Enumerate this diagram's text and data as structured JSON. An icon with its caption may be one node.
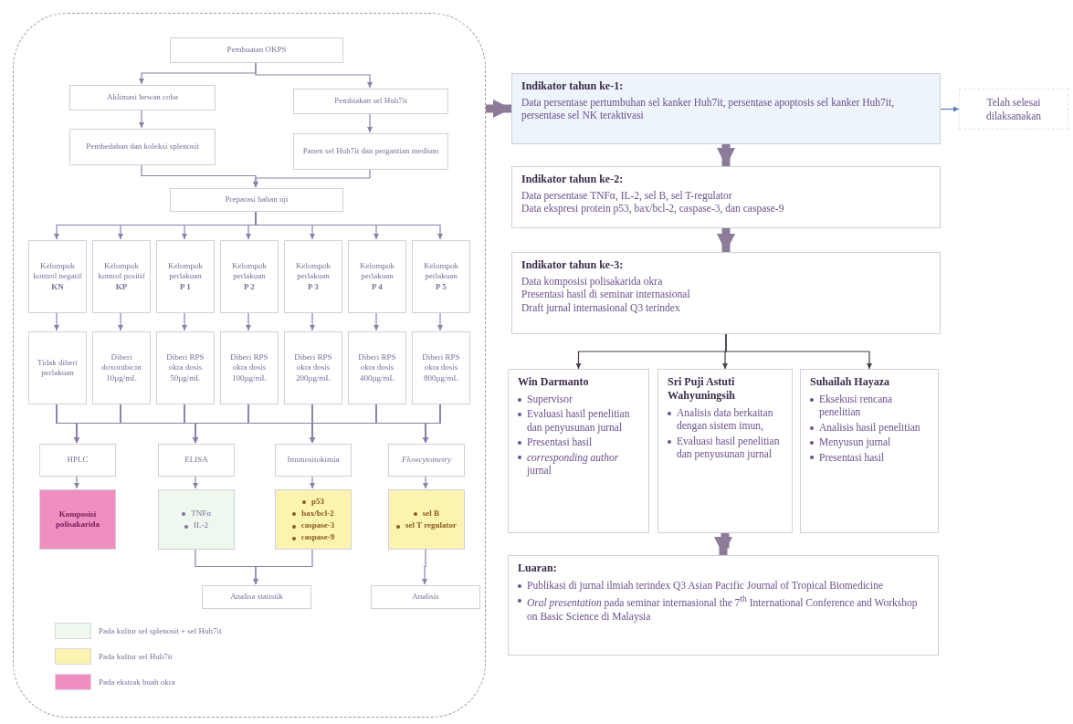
{
  "diagram": {
    "nodes": [
      {
        "text": [],
        "shape": "box"
      },
      {
        "text": [
          "Pembuatan OKPS"
        ],
        "in": 0
      },
      {
        "text": [
          "Aklimasi hewan coba"
        ],
        "in": 0
      },
      {
        "text": [
          "Pembiakan sel Huh7it"
        ],
        "in": 0
      },
      {
        "text": [
          "Pembedahan dan koleksi splenosit"
        ],
        "in": 0
      },
      {
        "text": [
          "Panen sel Huh7it dan pergantian medium"
        ],
        "in": 0
      },
      {
        "text": [
          "Preparasi bahan uji"
        ],
        "in": 0
      },
      {
        "text": [
          "Kelompok kontrol negatif",
          "KN"
        ],
        "in": 0
      },
      {
        "text": [
          "Kelompok kontrol positif",
          "KP"
        ],
        "in": 0
      },
      {
        "text": [
          "Kelompok perlakuan",
          "P 1"
        ],
        "in": 0
      },
      {
        "text": [
          "Kelompok perlakuan",
          "P 2"
        ],
        "in": 0
      },
      {
        "text": [
          "Kelompok perlakuan",
          "P 3"
        ],
        "in": 0
      },
      {
        "text": [
          "Kelompok perlakuan",
          "P 4"
        ],
        "in": 0
      },
      {
        "text": [
          "Kelompok perlakuan",
          "P 5"
        ],
        "in": 0
      },
      {
        "text": [
          "Tidak diberi perlakuan"
        ],
        "in": 0
      },
      {
        "text": [
          "Diberi doxorubicin 10µg/mL"
        ],
        "in": 0
      },
      {
        "text": [
          "Diberi RPS okra dosis 50µg/mL"
        ],
        "in": 0
      },
      {
        "text": [
          "Diberi RPS okra dosis 100µg/mL"
        ],
        "in": 0
      },
      {
        "text": [
          "Diberi RPS okra dosis 200µg/mL"
        ],
        "in": 0
      },
      {
        "text": [
          "Diberi RPS okra dosis 400µg/mL"
        ],
        "in": 0
      },
      {
        "text": [
          "Diberi RPS okra dosis 800µg/mL"
        ],
        "in": 0
      },
      {
        "text": [
          "HPLC"
        ],
        "in": 0
      },
      {
        "text": [
          "ELISA"
        ],
        "in": 0
      },
      {
        "text": [
          "Imunositokimia"
        ],
        "in": 0
      },
      {
        "text": [
          "Flowcytometry"
        ],
        "in": 0
      },
      {
        "text": [
          "Komposisi polisakarida"
        ],
        "in": 0
      },
      {
        "text": [
          "TNFα",
          "IL-2"
        ],
        "in": 0
      },
      {
        "text": [
          "p53",
          "bax/bcl-2",
          "caspase-3",
          "caspase-9"
        ],
        "in": 0
      },
      {
        "text": [
          "sel B",
          "sel T regulator"
        ],
        "in": 0
      },
      {
        "text": [
          "Analisa statistik"
        ],
        "in": 0
      },
      {
        "text": [
          "Analisis"
        ],
        "in": 0
      },
      {
        "text": [
          "Indikator tahun ke-1:",
          "Data persentase pertumbuhan sel kanker Huh7it, persentase apoptosis sel kanker Huh7it, persentase sel NK teraktivasi"
        ]
      },
      {
        "text": [
          "Telah selesai dilaksanakan"
        ]
      },
      {
        "text": [
          "Indikator tahun ke-2:",
          "Data persentase TNFα, IL-2, sel B, sel T-regulator",
          "Data ekspresi protein p53, bax/bcl-2, caspase-3, dan caspase-9"
        ]
      },
      {
        "text": [
          "Indikator tahun ke-3:",
          "Data komposisi polisakarida okra",
          "Presentasi hasil di seminar internasional",
          "Draft jurnal internasional Q3 terindex"
        ]
      },
      {
        "text": [
          "Win Darmanto",
          "Supervisor",
          "Evaluasi hasil penelitian dan penyusunan jurnal",
          "Presentasi hasil",
          "*corresponding author* jurnal"
        ]
      },
      {
        "text": [
          "Sri Puji Astuti Wahyuningsih",
          "Analisis data berkaitan dengan sistem imun,",
          "Evaluasi hasil penelitian dan penyusunan jurnal"
        ]
      },
      {
        "text": [
          "Suhailah Hayaza",
          "Eksekusi rencana penelitian",
          "Analisis hasil penelitian",
          "Menyusun jurnal",
          "Presentasi hasil"
        ]
      },
      {
        "text": [
          "Luaran:",
          "Publikasi di jurnal ilmiah terindex Q3 Asian Pacific Journal of Tropical Biomedicine",
          "*Oral presentation* pada seminar internasional the 7$^{th}$ International Conference and Workshop on Basic Science di Malaysia"
        ]
      }
    ],
    "edges": [
      {
        "from": 1,
        "to": 2,
        "arrow": "to"
      },
      {
        "from": 1,
        "to": 3,
        "arrow": "to"
      },
      {
        "from": 2,
        "to": 4,
        "arrow": "to"
      },
      {
        "from": 3,
        "to": 5,
        "arrow": "to"
      },
      {
        "from": 4,
        "to": 6,
        "arrow": "to"
      },
      {
        "from": 5,
        "to": 6,
        "arrow": "to"
      },
      {
        "from": 6,
        "to": 7,
        "arrow": "to"
      },
      {
        "from": 6,
        "to": 8,
        "arrow": "to"
      },
      {
        "from": 6,
        "to": 9,
        "arrow": "to"
      },
      {
        "from": 6,
        "to": 10,
        "arrow": "to"
      },
      {
        "from": 6,
        "to": 11,
        "arrow": "to"
      },
      {
        "from": 6,
        "to": 12,
        "arrow": "to"
      },
      {
        "from": 6,
        "to": 13,
        "arrow": "to"
      },
      {
        "from": 7,
        "to": 14,
        "arrow": "to"
      },
      {
        "from": 8,
        "to": 15,
        "arrow": "to"
      },
      {
        "from": 9,
        "to": 16,
        "arrow": "to"
      },
      {
        "from": 10,
        "to": 17,
        "arrow": "to"
      },
      {
        "from": 11,
        "to": 18,
        "arrow": "to"
      },
      {
        "from": 12,
        "to": 19,
        "arrow": "to"
      },
      {
        "from": 13,
        "to": 20,
        "arrow": "to"
      },
      {
        "from": 14,
        "to": 21,
        "arrow": "to"
      },
      {
        "from": 14,
        "to": 22,
        "arrow": "to"
      },
      {
        "from": 14,
        "to": 23,
        "arrow": "to"
      },
      {
        "from": 14,
        "to": 24,
        "arrow": "to"
      },
      {
        "from": 15,
        "to": 21,
        "arrow": "to"
      },
      {
        "from": 15,
        "to": 22,
        "arrow": "to"
      },
      {
        "from": 15,
        "to": 23,
        "arrow": "to"
      },
      {
        "from": 15,
        "to": 24,
        "arrow": "to"
      },
      {
        "from": 16,
        "to": 21,
        "arrow": "to"
      },
      {
        "from": 16,
        "to": 22,
        "arrow": "to"
      },
      {
        "from": 16,
        "to": 23,
        "arrow": "to"
      },
      {
        "from": 16,
        "to": 24,
        "arrow": "to"
      },
      {
        "from": 17,
        "to": 21,
        "arrow": "to"
      },
      {
        "from": 17,
        "to": 22,
        "arrow": "to"
      },
      {
        "from": 17,
        "to": 23,
        "arrow": "to"
      },
      {
        "from": 17,
        "to": 24,
        "arrow": "to"
      },
      {
        "from": 18,
        "to": 21,
        "arrow": "to"
      },
      {
        "from": 18,
        "to": 22,
        "arrow": "to"
      },
      {
        "from": 18,
        "to": 23,
        "arrow": "to"
      },
      {
        "from": 18,
        "to": 24,
        "arrow": "to"
      },
      {
        "from": 19,
        "to": 21,
        "arrow": "to"
      },
      {
        "from": 19,
        "to": 22,
        "arrow": "to"
      },
      {
        "from": 19,
        "to": 23,
        "arrow": "to"
      },
      {
        "from": 19,
        "to": 24,
        "arrow": "to"
      },
      {
        "from": 20,
        "to": 21,
        "arrow": "to"
      },
      {
        "from": 20,
        "to": 22,
        "arrow": "to"
      },
      {
        "from": 20,
        "to": 23,
        "arrow": "to"
      },
      {
        "from": 20,
        "to": 24,
        "arrow": "to"
      },
      {
        "from": 21,
        "to": 25,
        "arrow": "to"
      },
      {
        "from": 22,
        "to": 26,
        "arrow": "to"
      },
      {
        "from": 23,
        "to": 27,
        "arrow": "to"
      },
      {
        "from": 24,
        "to": 28,
        "arrow": "to"
      },
      {
        "from": 26,
        "to": 29,
        "arrow": "to"
      },
      {
        "from": 27,
        "to": 29,
        "arrow": "to"
      },
      {
        "from": 28,
        "to": 30,
        "arrow": "to"
      },
      {
        "from": 0,
        "to": 31,
        "arrow": "to",
        "style": "thick",
        "color": "#8d7c99"
      },
      {
        "from": 31,
        "to": 32,
        "arrow": "to",
        "color": "#5b7fb5"
      },
      {
        "from": 31,
        "to": 33,
        "arrow": "to",
        "style": "thick",
        "color": "#8d7c99"
      },
      {
        "from": 33,
        "to": 34,
        "arrow": "to",
        "style": "thick",
        "color": "#8d7c99"
      },
      {
        "from": 34,
        "to": 35,
        "arrow": "to",
        "color": "#4a3f4f"
      },
      {
        "from": 34,
        "to": 36,
        "arrow": "to",
        "color": "#4a3f4f"
      },
      {
        "from": 34,
        "to": 37,
        "arrow": "to",
        "color": "#4a3f4f"
      },
      {
        "from": 36,
        "to": 38,
        "arrow": "to",
        "style": "thick",
        "color": "#8d7c99"
      }
    ],
    "legend": [
      {
        "text": "Pada kultur sel splenosit + sel Huh7it",
        "color": "#eef8ee"
      },
      {
        "text": "Pada kultur sel Huh7it",
        "color": "#fdf3b0"
      },
      {
        "text": "Pada ekstrak buah okra",
        "color": "#ee8fc0"
      }
    ]
  }
}
